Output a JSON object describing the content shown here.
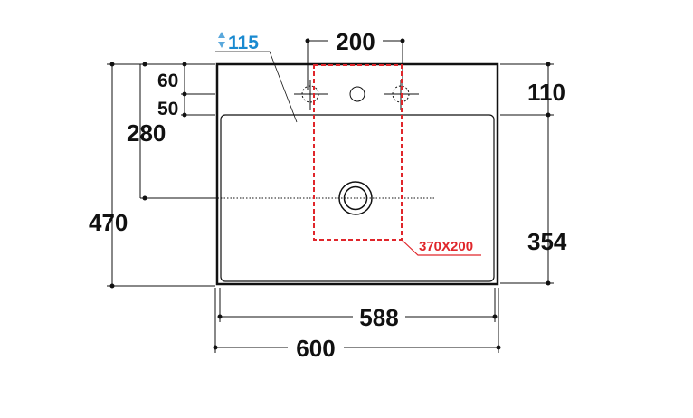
{
  "dimensions": {
    "depth_total": "470",
    "drain_depth": "280",
    "top_60": "60",
    "top_50": "50",
    "tap_spacing": "200",
    "right_top": "110",
    "right_bowl": "354",
    "inner_width": "588",
    "outer_width": "600",
    "height": "115",
    "cabinet_zone": "370X200"
  },
  "colors": {
    "accent_blue": "#1a8ad0",
    "zone_red": "#e0262b",
    "line": "#111111"
  }
}
